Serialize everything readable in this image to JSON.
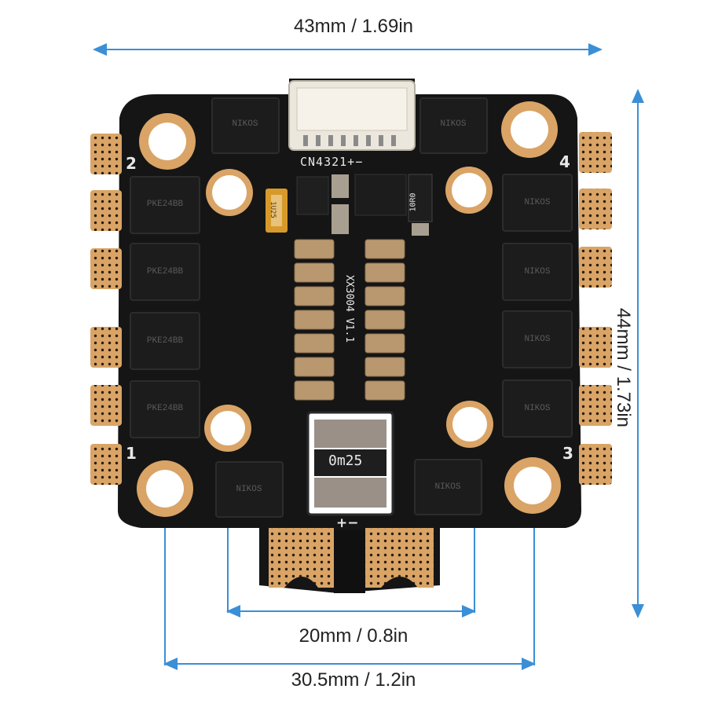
{
  "dimensions": {
    "board_width": "43mm / 1.69in",
    "board_height": "44mm / 1.73in",
    "inner_mount_spacing": "20mm / 0.8in",
    "outer_mount_spacing": "30.5mm / 1.2in"
  },
  "board": {
    "connector_label": "CN4321+−",
    "version_label": "XX3004 V1.1",
    "shunt_label": "0m25",
    "power_polarity": "+−",
    "motor_numbers": [
      "1",
      "2",
      "3",
      "4"
    ],
    "mosfet_text": [
      "NIKOS",
      "PKE24BB"
    ],
    "resistor_label": "10R0",
    "capacitor_label": "1U25"
  },
  "colors": {
    "dimension_line": "#3a8fd6",
    "pcb": "#151515",
    "gold_pad": "#d9a466",
    "chip": "#1a1a1a",
    "capacitor": "#b99870",
    "silkscreen": "#e8e8e8"
  }
}
